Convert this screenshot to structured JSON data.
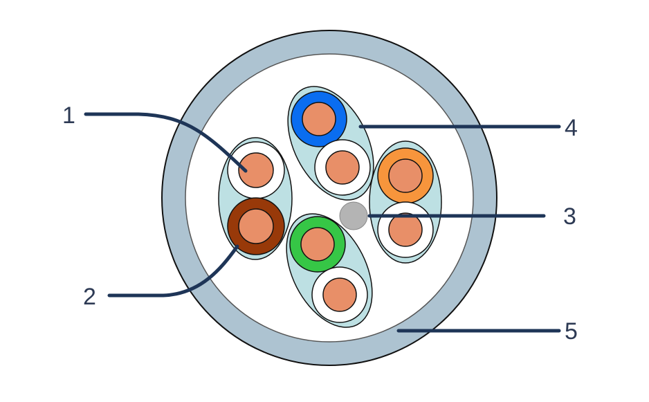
{
  "callouts": [
    {
      "label": "1"
    },
    {
      "label": "2"
    },
    {
      "label": "3"
    },
    {
      "label": "4"
    },
    {
      "label": "5"
    }
  ],
  "colors": {
    "jacket": "#adc3d1",
    "pair_wrap": "#bde0e3",
    "copper": "#e88f68",
    "blue": "#0a6df0",
    "orange": "#f7953c",
    "green": "#36c646",
    "brown": "#983909",
    "white": "#ffffff",
    "filler": "#b4b4b4",
    "leader": "#1e3557"
  }
}
